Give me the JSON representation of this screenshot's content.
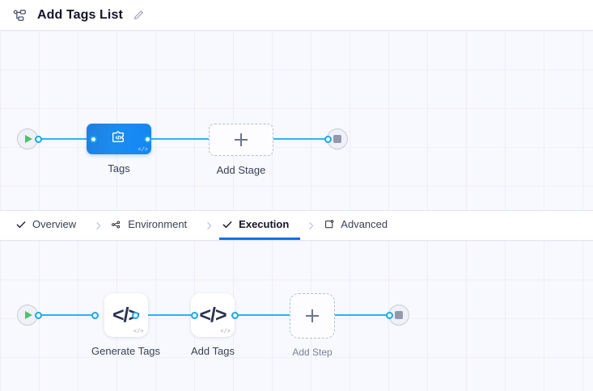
{
  "header": {
    "icon": "pipeline-nodes-icon",
    "title": "Add Tags List",
    "edit_icon": "pencil-edit-icon"
  },
  "tabs": [
    {
      "id": "overview",
      "label": "Overview",
      "icon": "check-icon",
      "active": false
    },
    {
      "id": "environment",
      "label": "Environment",
      "icon": "nodes-icon",
      "active": false
    },
    {
      "id": "execution",
      "label": "Execution",
      "icon": "check-icon",
      "active": true
    },
    {
      "id": "advanced",
      "label": "Advanced",
      "icon": "card-gear-icon",
      "active": false
    }
  ],
  "stage_canvas": {
    "start_node": {
      "name": "start-node",
      "icon": "play-icon"
    },
    "end_node": {
      "name": "end-node",
      "icon": "stop-icon"
    },
    "nodes": [
      {
        "id": "tags",
        "label": "Tags",
        "type": "stage",
        "icon": "puzzle-code-icon",
        "badge": "</>"
      },
      {
        "id": "add-stage",
        "label": "Add Stage",
        "type": "add",
        "icon": "plus-icon"
      }
    ]
  },
  "step_canvas": {
    "start_node": {
      "name": "start-node",
      "icon": "play-icon"
    },
    "end_node": {
      "name": "end-node",
      "icon": "stop-icon"
    },
    "nodes": [
      {
        "id": "generate-tags",
        "label": "Generate Tags",
        "type": "step",
        "icon": "code-icon",
        "badge": "</>"
      },
      {
        "id": "add-tags",
        "label": "Add Tags",
        "type": "step",
        "icon": "code-icon",
        "badge": "</>"
      },
      {
        "id": "add-step",
        "label": "Add Step",
        "type": "add",
        "icon": "plus-icon"
      }
    ]
  },
  "colors": {
    "accent_blue": "#0a72e8",
    "wire_blue": "#29b6f0",
    "stage_blue": "#1b8cf0",
    "canvas_bg": "#f8f9fe",
    "start_green": "#4ec16f",
    "stop_gray": "#9398ad"
  }
}
